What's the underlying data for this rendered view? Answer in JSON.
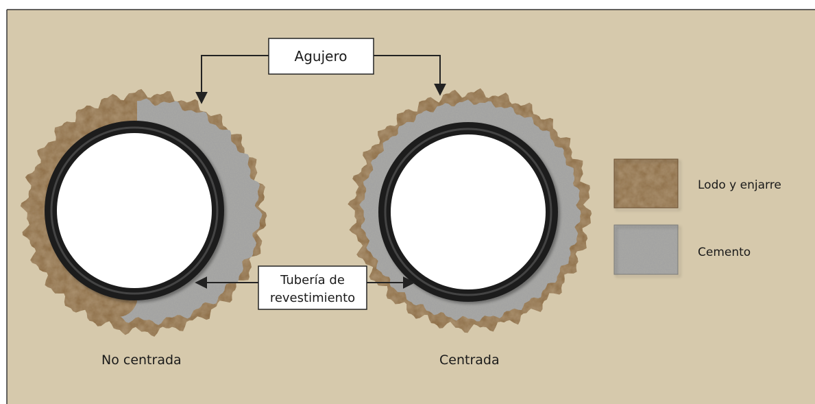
{
  "labels": {
    "hole": "Agujero",
    "casing_line1": "Tubería de",
    "casing_line2": "revestimiento",
    "left_caption": "No centrada",
    "right_caption": "Centrada"
  },
  "legend": {
    "items": [
      {
        "label": "Lodo y enjarre",
        "swatch": "mud"
      },
      {
        "label": "Cemento",
        "swatch": "cement"
      }
    ]
  },
  "colors": {
    "background": "#d6c9ac",
    "mud": "#8a6a42",
    "cement": "#a8a8a6",
    "casing": "#1e1e1e",
    "bore": "#ffffff",
    "frame": "#333333"
  }
}
